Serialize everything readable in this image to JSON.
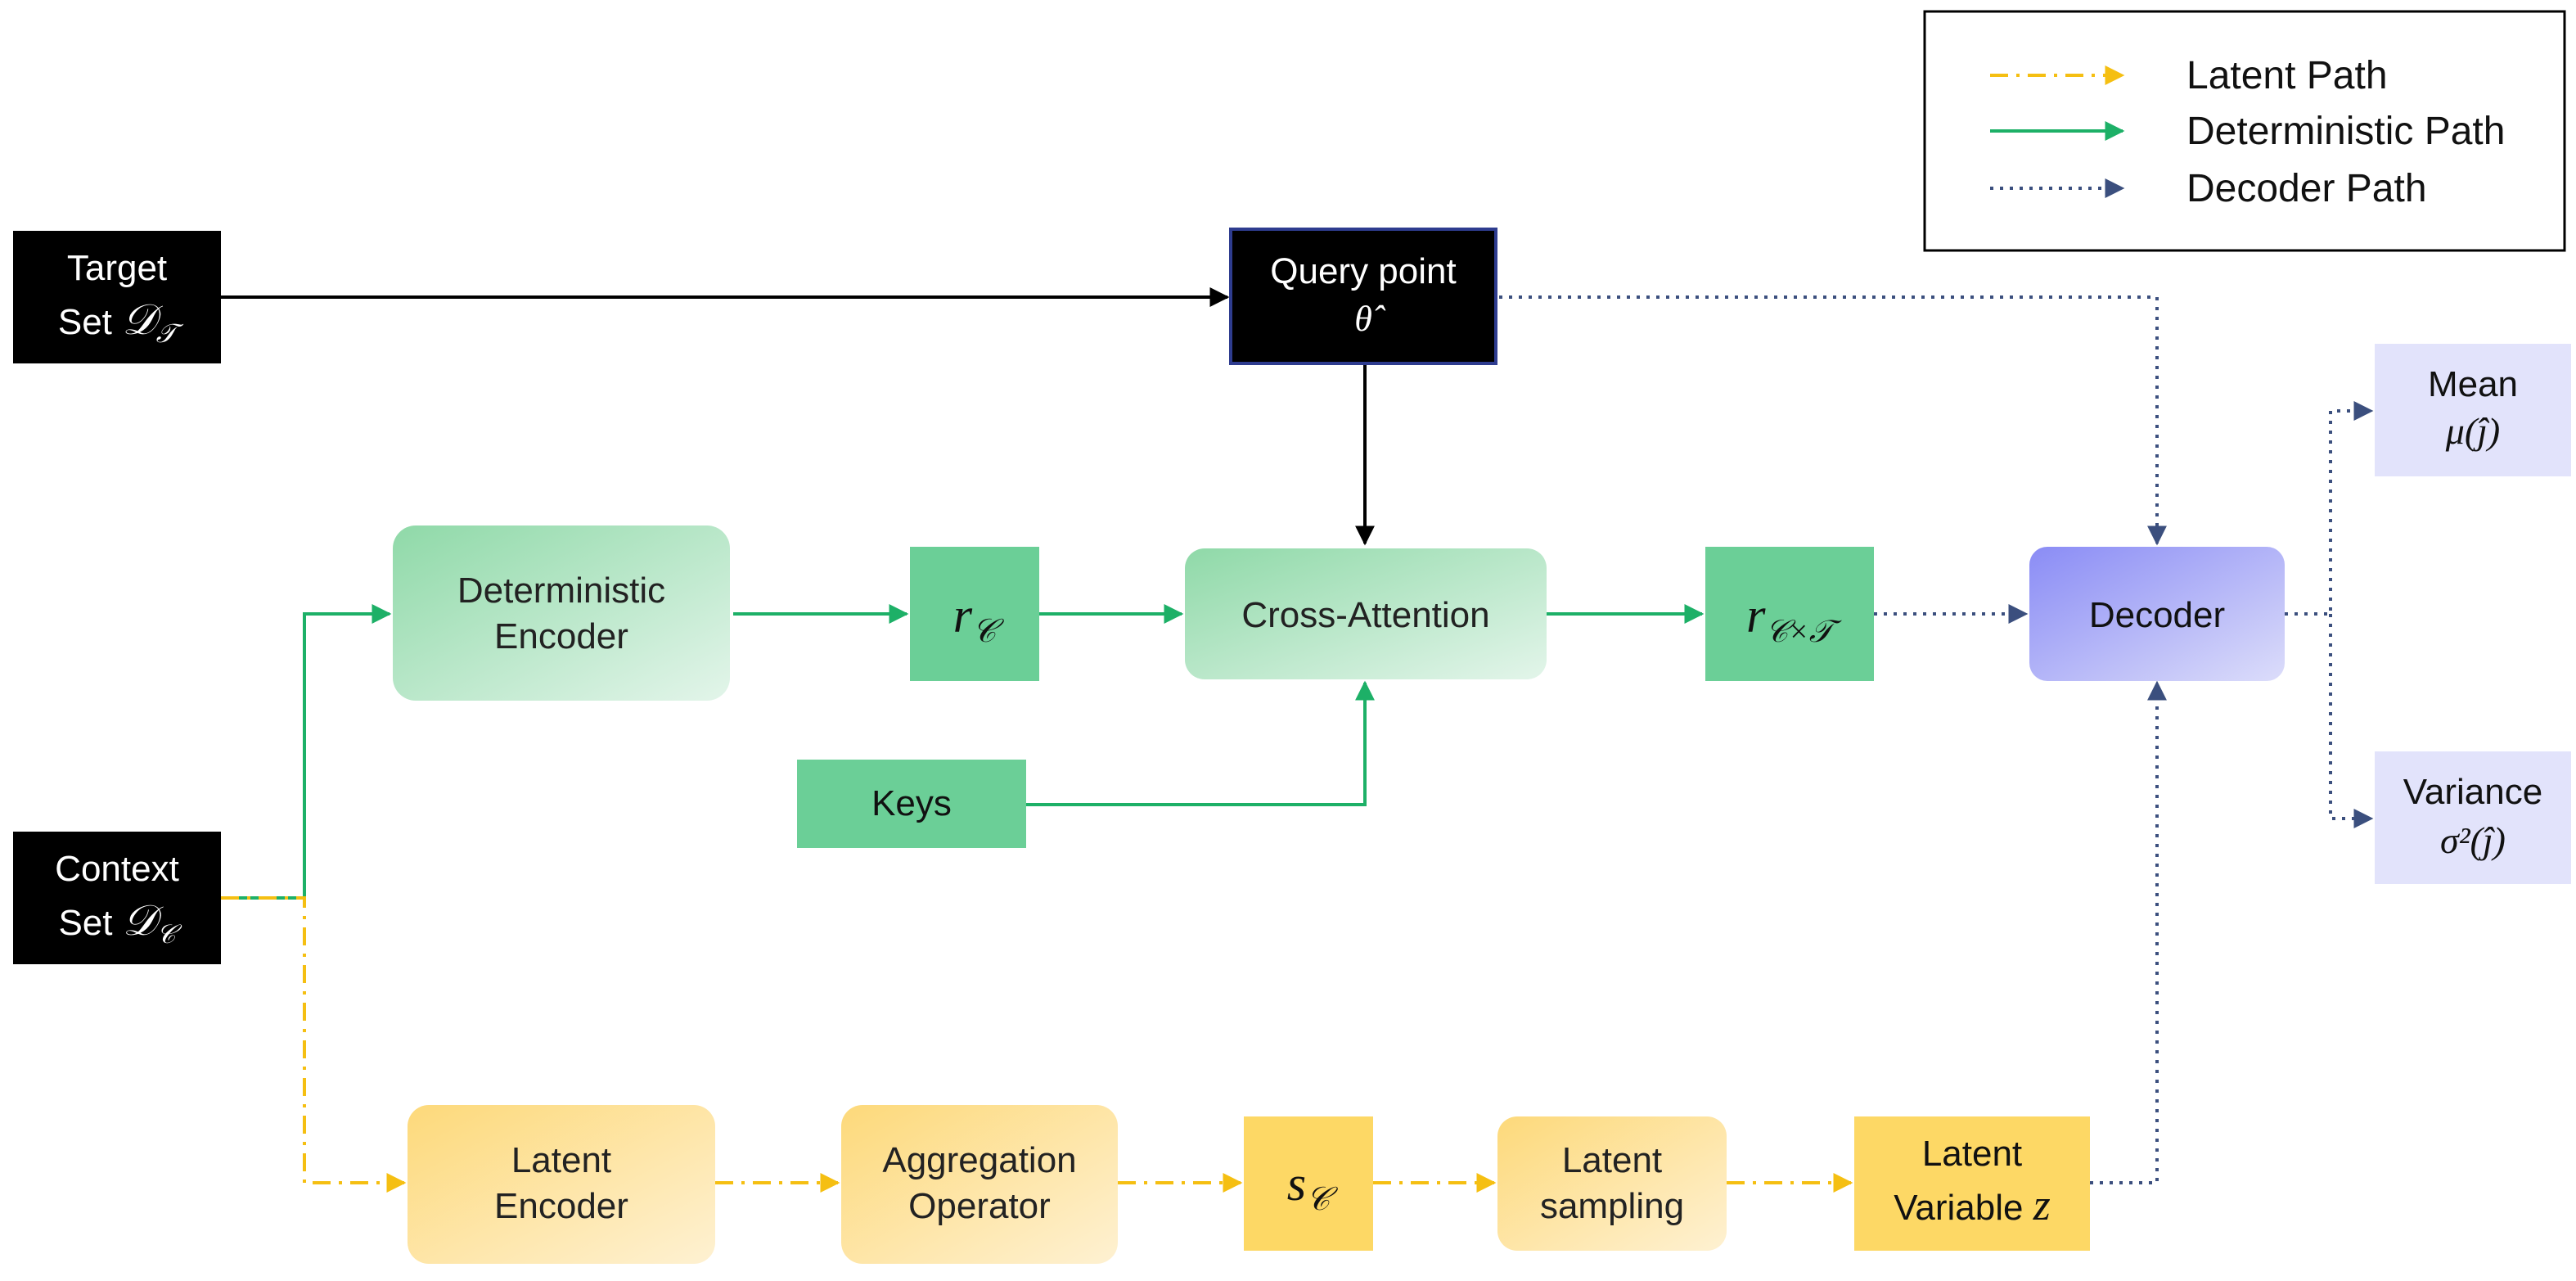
{
  "legend": {
    "items": [
      {
        "label": "Latent Path",
        "color": "#F5BF12",
        "style": "dash-dot"
      },
      {
        "label": "Deterministic Path",
        "color": "#1DB067",
        "style": "solid"
      },
      {
        "label": "Decoder Path",
        "color": "#3B4F7E",
        "style": "dotted"
      }
    ]
  },
  "nodes": {
    "target_set": {
      "line1": "Target",
      "line2_prefix": "Set ",
      "line2_math": "𝒟",
      "line2_sub": "𝒯"
    },
    "context_set": {
      "line1": "Context",
      "line2_prefix": "Set ",
      "line2_math": "𝒟",
      "line2_sub": "𝒞"
    },
    "query_point": {
      "line1": "Query point",
      "line2": "θ̂"
    },
    "deterministic_encoder": {
      "line1": "Deterministic",
      "line2": "Encoder"
    },
    "r_c": {
      "main": "r",
      "sub": "𝒞"
    },
    "cross_attention": {
      "label": "Cross-Attention"
    },
    "r_cxt": {
      "main": "r",
      "sub": "𝒞×𝒯"
    },
    "keys": {
      "label": "Keys"
    },
    "decoder": {
      "label": "Decoder"
    },
    "mean": {
      "line1": "Mean",
      "line2": "μ(ĵ)"
    },
    "variance": {
      "line1": "Variance",
      "line2": "σ²(ĵ)"
    },
    "latent_encoder": {
      "line1": "Latent",
      "line2": "Encoder"
    },
    "aggregation_operator": {
      "line1": "Aggregation",
      "line2": "Operator"
    },
    "s_c": {
      "main": "s",
      "sub": "𝒞"
    },
    "latent_sampling": {
      "line1": "Latent",
      "line2": "sampling"
    },
    "latent_variable": {
      "line1": "Latent",
      "line2_prefix": "Variable ",
      "line2_math": "z"
    }
  },
  "colors": {
    "black_box": "#000000",
    "green_dark": "#6BCF97",
    "green_light_start": "#8FD9A8",
    "green_light_end": "#E3F5EA",
    "yellow_dark": "#FDD865",
    "yellow_light_start": "#FDD97A",
    "yellow_light_end": "#FEF1D2",
    "purple_start": "#8A8CF5",
    "purple_end": "#DCDDFA",
    "output_box": "#E2E3FB",
    "latent_path": "#F5BF12",
    "deterministic_path": "#1DB067",
    "decoder_path": "#3B4F7E"
  }
}
